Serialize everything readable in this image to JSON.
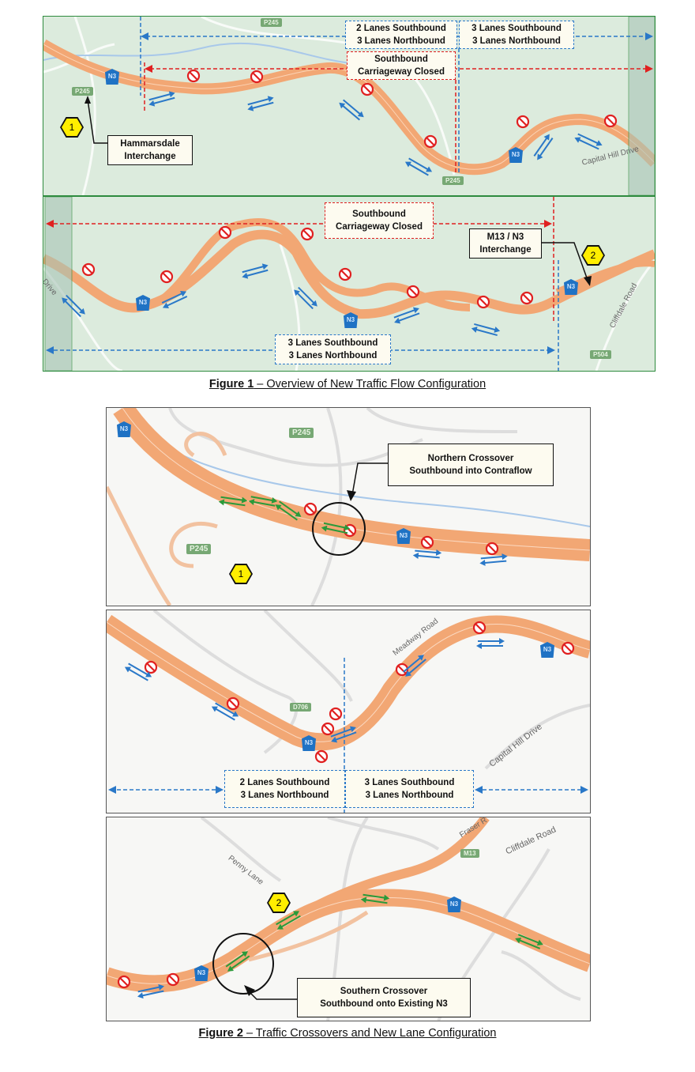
{
  "shield_label": "N3",
  "figure1": {
    "caption_num": "Figure 1",
    "caption_text": " – Overview of New Traffic Flow Configuration",
    "top": {
      "box_left": [
        "2 Lanes Southbound",
        "3 Lanes Northbound"
      ],
      "box_right": [
        "3 Lanes Southbound",
        "3 Lanes Northbound"
      ],
      "closed": [
        "Southbound",
        "Carriageway Closed"
      ],
      "interchange": [
        "Hammarsdale",
        "Interchange"
      ],
      "hex": "1",
      "route_signs": [
        "P245",
        "P245",
        "P245"
      ],
      "road_label": "Capital Hill Drive"
    },
    "bottom": {
      "closed": [
        "Southbound",
        "Carriageway Closed"
      ],
      "interchange": [
        "M13 / N3",
        "Interchange"
      ],
      "hex": "2",
      "lanes": [
        "3 Lanes Southbound",
        "3 Lanes Northbound"
      ],
      "road_label": "Cliffdale Road",
      "road_label_left": "Drive",
      "route_sign": "P504"
    }
  },
  "figure2": {
    "caption_num": "Figure 2",
    "caption_text": " – Traffic Crossovers and New Lane Configuration",
    "north": {
      "callout": [
        "Northern Crossover",
        "Southbound into Contraflow"
      ],
      "route_signs": [
        "P245",
        "P245"
      ],
      "hex": "1"
    },
    "middle": {
      "box_left": [
        "2 Lanes Southbound",
        "3 Lanes Northbound"
      ],
      "box_right": [
        "3 Lanes Southbound",
        "3 Lanes Northbound"
      ],
      "roads": [
        "Meadway Road",
        "Capital Hill Drive"
      ],
      "route_sign": "D706"
    },
    "south": {
      "callout": [
        "Southern Crossover",
        "Southbound onto Existing N3"
      ],
      "roads": [
        "Penny Lane",
        "Fraser R",
        "Cliffdale Road"
      ],
      "route_sign": "M13",
      "hex": "2"
    }
  },
  "colors": {
    "road": "#f2a774",
    "blue": "#2a78c8",
    "red": "#e02020",
    "green": "#2a9a3a"
  }
}
